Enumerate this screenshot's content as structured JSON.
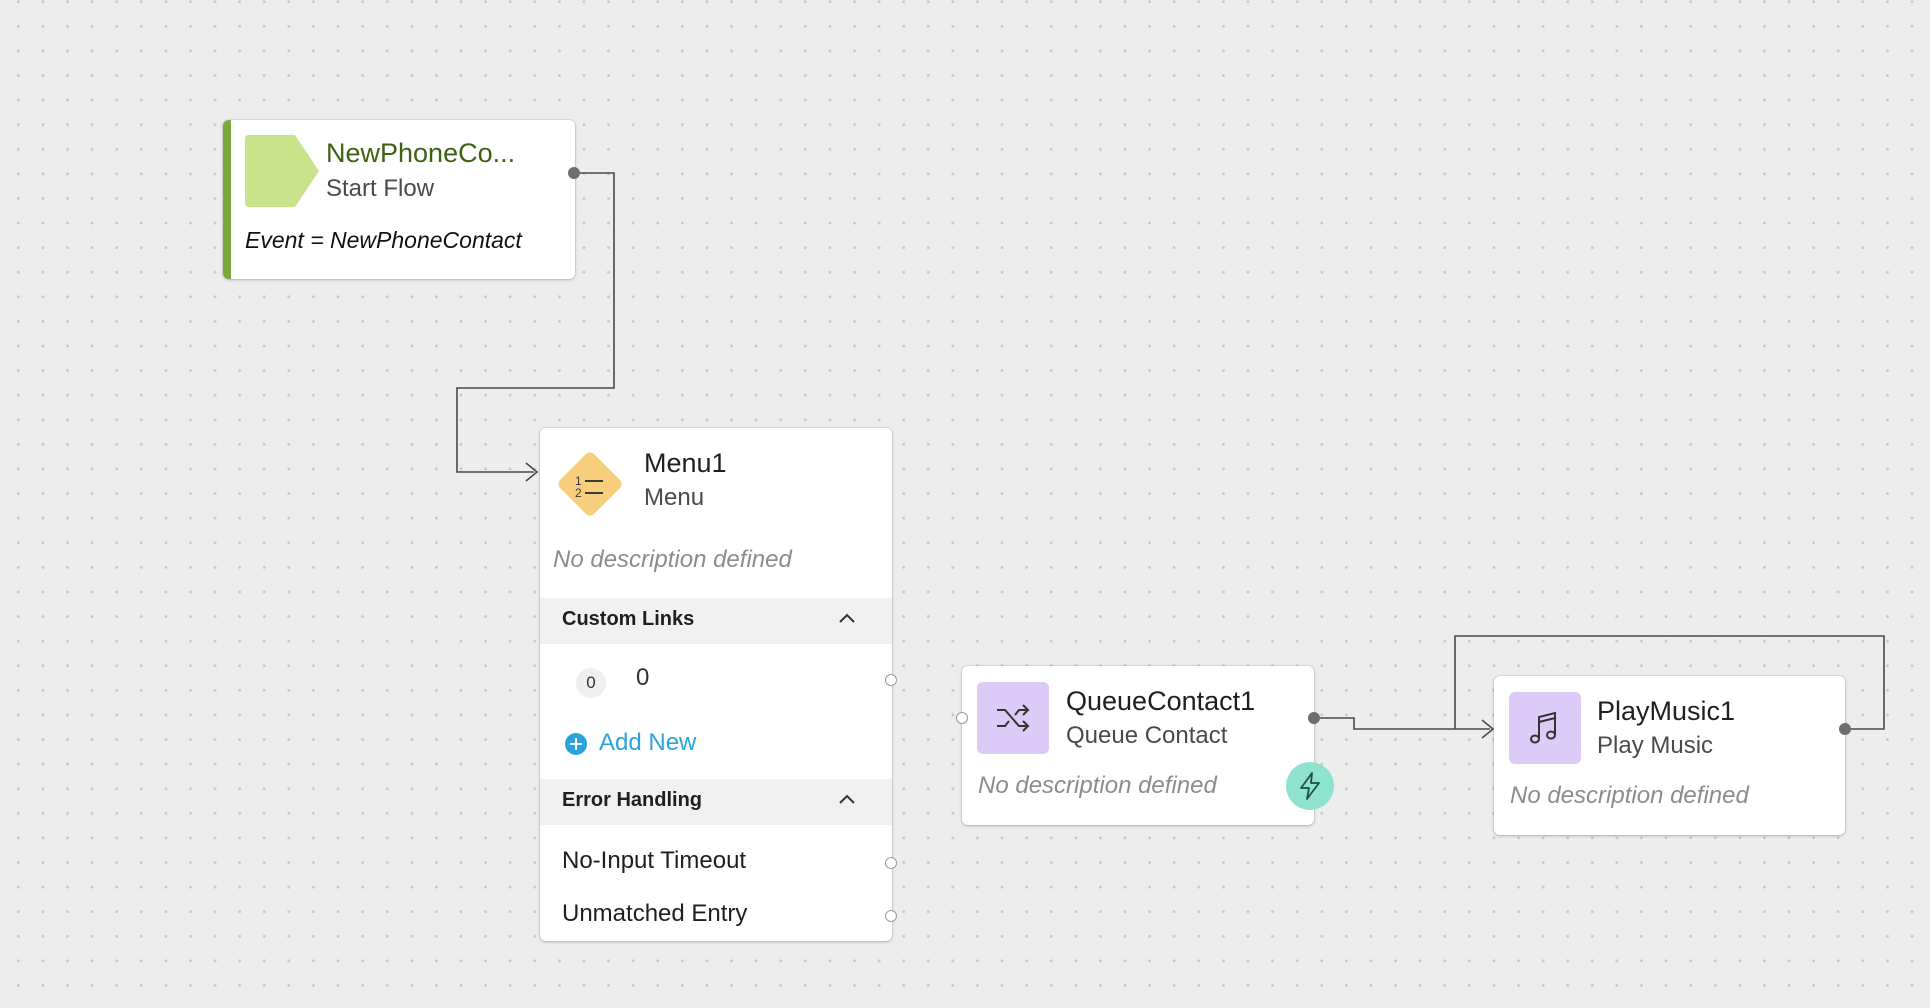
{
  "start_node": {
    "title": "NewPhoneCo...",
    "subtitle": "Start Flow",
    "event": "Event = NewPhoneContact",
    "accent_color": "#7aab3a",
    "icon_color": "#c9e38a"
  },
  "menu_node": {
    "title": "Menu1",
    "subtitle": "Menu",
    "description": "No description defined",
    "icon": "numbered-list-icon",
    "icon_color": "#f7ce7b",
    "custom_links": {
      "header": "Custom Links",
      "items": [
        {
          "badge": "0",
          "label": "0"
        }
      ],
      "add_new": "Add New"
    },
    "error_handling": {
      "header": "Error Handling",
      "items": [
        "No-Input Timeout",
        "Unmatched Entry"
      ]
    }
  },
  "queue_node": {
    "title": "QueueContact1",
    "subtitle": "Queue Contact",
    "description": "No description defined",
    "icon": "shuffle-icon",
    "event_icon": "lightning-icon",
    "event_badge_color": "#8ee3cf"
  },
  "play_node": {
    "title": "PlayMusic1",
    "subtitle": "Play Music",
    "description": "No description defined",
    "icon": "music-note-icon"
  },
  "colors": {
    "add_new": "#2aa4db",
    "icon_purple": "#dccbf7",
    "wire": "#4a4a4a"
  }
}
